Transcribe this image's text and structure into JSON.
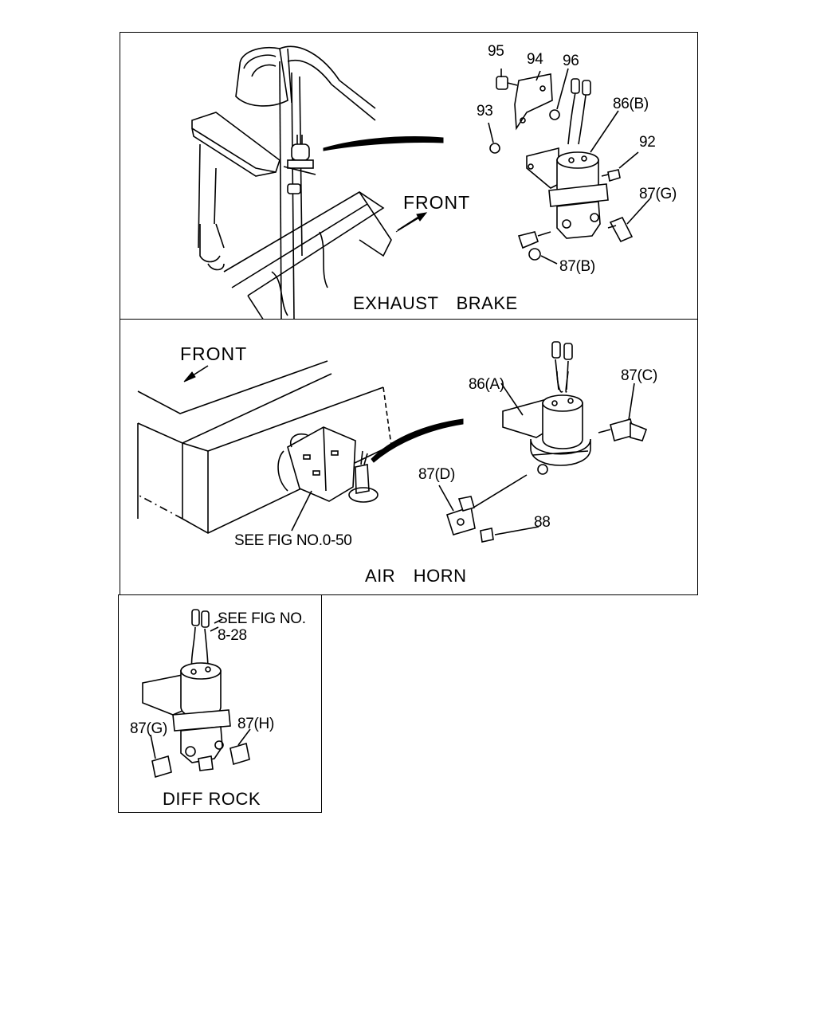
{
  "exhaust_brake": {
    "caption": "EXHAUST BRAKE",
    "front": "FRONT",
    "callouts": {
      "c95": "95",
      "c94": "94",
      "c96": "96",
      "c93": "93",
      "c86b": "86(B)",
      "c92": "92",
      "c87g": "87(G)",
      "c87b": "87(B)"
    }
  },
  "air_horn": {
    "caption": "AIR HORN",
    "front": "FRONT",
    "see_fig": "SEE FIG NO.0-50",
    "callouts": {
      "c86a": "86(A)",
      "c87c": "87(C)",
      "c87d": "87(D)",
      "c88": "88"
    }
  },
  "diff_rock": {
    "caption": "DIFF ROCK",
    "see_fig_line1": "SEE FIG NO.",
    "see_fig_line2": "8-28",
    "callouts": {
      "c87g": "87(G)",
      "c87h": "87(H)"
    }
  }
}
